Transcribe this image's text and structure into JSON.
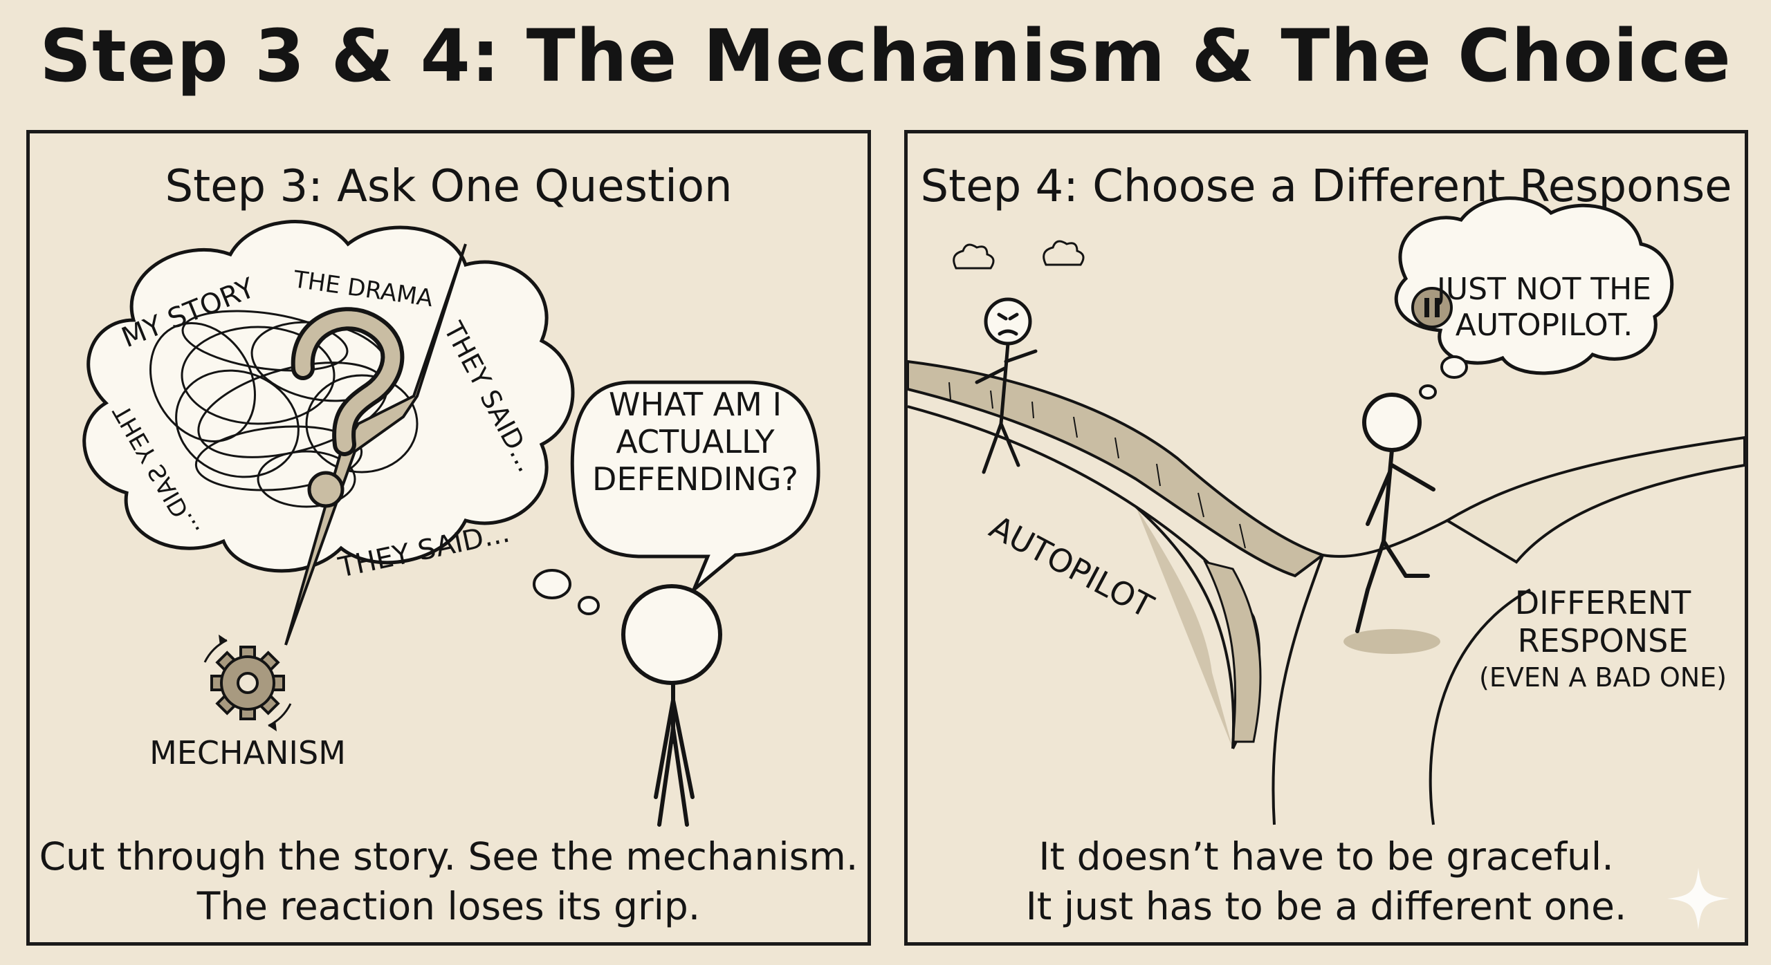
{
  "title": "Step 3 & 4: The Mechanism & The Choice",
  "panel_left": {
    "heading": "Step 3: Ask One Question",
    "cloud_words": [
      "MY STORY",
      "THE DRAMA",
      "THEY SAID...",
      "THEY SAID...",
      "THEY SAID..."
    ],
    "speech_lines": [
      "WHAT AM I",
      "ACTUALLY",
      "DEFENDING?"
    ],
    "gear_label": "MECHANISM",
    "caption_line1": "Cut through the story. See the mechanism.",
    "caption_line2": "The reaction loses its grip."
  },
  "panel_right": {
    "heading": "Step 4: Choose a Different Response",
    "thought_lines": [
      "JUST NOT THE",
      "AUTOPILOT."
    ],
    "path_left_label": "AUTOPILOT",
    "path_right_lines": [
      "DIFFERENT",
      "RESPONSE",
      "(EVEN A BAD ONE)"
    ],
    "caption_line1": "It doesn’t have to be graceful.",
    "caption_line2": "It just has to be a different one."
  },
  "icons": [
    "tangle-icon",
    "question-mark-icon",
    "lightning-bolt-icon",
    "gear-icon",
    "stick-figure-icon",
    "angry-stick-figure-icon",
    "pause-icon",
    "sparkle-icon"
  ],
  "colors": {
    "background": "#efe6d4",
    "ink": "#141414",
    "path_fill": "#c9bda3"
  }
}
